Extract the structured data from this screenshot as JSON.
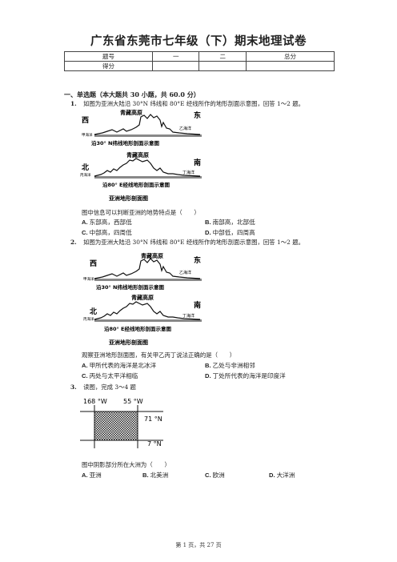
{
  "title": "广东省东莞市七年级（下）期末地理试卷",
  "score_table": {
    "header": [
      "题号",
      "一",
      "二",
      "总分"
    ],
    "row2_label": "得分"
  },
  "section": "一、单选题（本大题共 30 小题，共 60.0 分）",
  "q1": {
    "num": "1.",
    "stem": "如图为亚洲大陆沿 30°N 纬线和 80°E 经线所作的地形剖面示意图，回答 1～2 题。",
    "ask": "图中信息可以判断亚洲的地势特点是（　　）",
    "options": [
      {
        "letter": "A.",
        "text": "东部高，西部低"
      },
      {
        "letter": "B.",
        "text": "南部高，北部低"
      },
      {
        "letter": "C.",
        "text": "中部高，四周低"
      },
      {
        "letter": "D.",
        "text": "中部低，四周高"
      }
    ]
  },
  "q2": {
    "num": "2.",
    "stem": "如图为亚洲大陆沿 30°N 纬线和 80°E 经线所作的地形剖面示意图，回答 1～2 题。",
    "ask": "观察亚洲地形剖面图，有关甲乙丙丁说法正确的是（　　）",
    "options": [
      {
        "letter": "A.",
        "text": "甲所代表的海洋是北冰洋"
      },
      {
        "letter": "B.",
        "text": "乙处与非洲相邻"
      },
      {
        "letter": "C.",
        "text": "丙处与太平洋相临"
      },
      {
        "letter": "D.",
        "text": "丁处所代表的海洋是印度洋"
      }
    ]
  },
  "q3": {
    "num": "3.",
    "stem": "读图，完成 3～4 题",
    "ask": "图中阴影部分所在大洲为（　　）",
    "options": [
      {
        "letter": "A.",
        "text": "亚洲"
      },
      {
        "letter": "B.",
        "text": "北美洲"
      },
      {
        "letter": "C.",
        "text": "欧洲"
      },
      {
        "letter": "D.",
        "text": "大洋洲"
      }
    ]
  },
  "profile": {
    "plateau": "青藏高原",
    "west": "西",
    "east": "东",
    "north": "北",
    "south": "南",
    "jia": "甲海洋",
    "yi": "乙海洋",
    "bing": "丙海洋",
    "ding": "丁海洋",
    "caption1": "沿30° N纬线地形剖面示意图",
    "caption2": "沿80° E经线地形剖面示意图",
    "caption3": "亚洲地形剖面图"
  },
  "map": {
    "lon_left": "168 °W",
    "lon_right": "55 °W",
    "lat_top": "71 °N",
    "lat_bottom": "7 °N"
  },
  "footer": "第 1 页，共 27 页"
}
